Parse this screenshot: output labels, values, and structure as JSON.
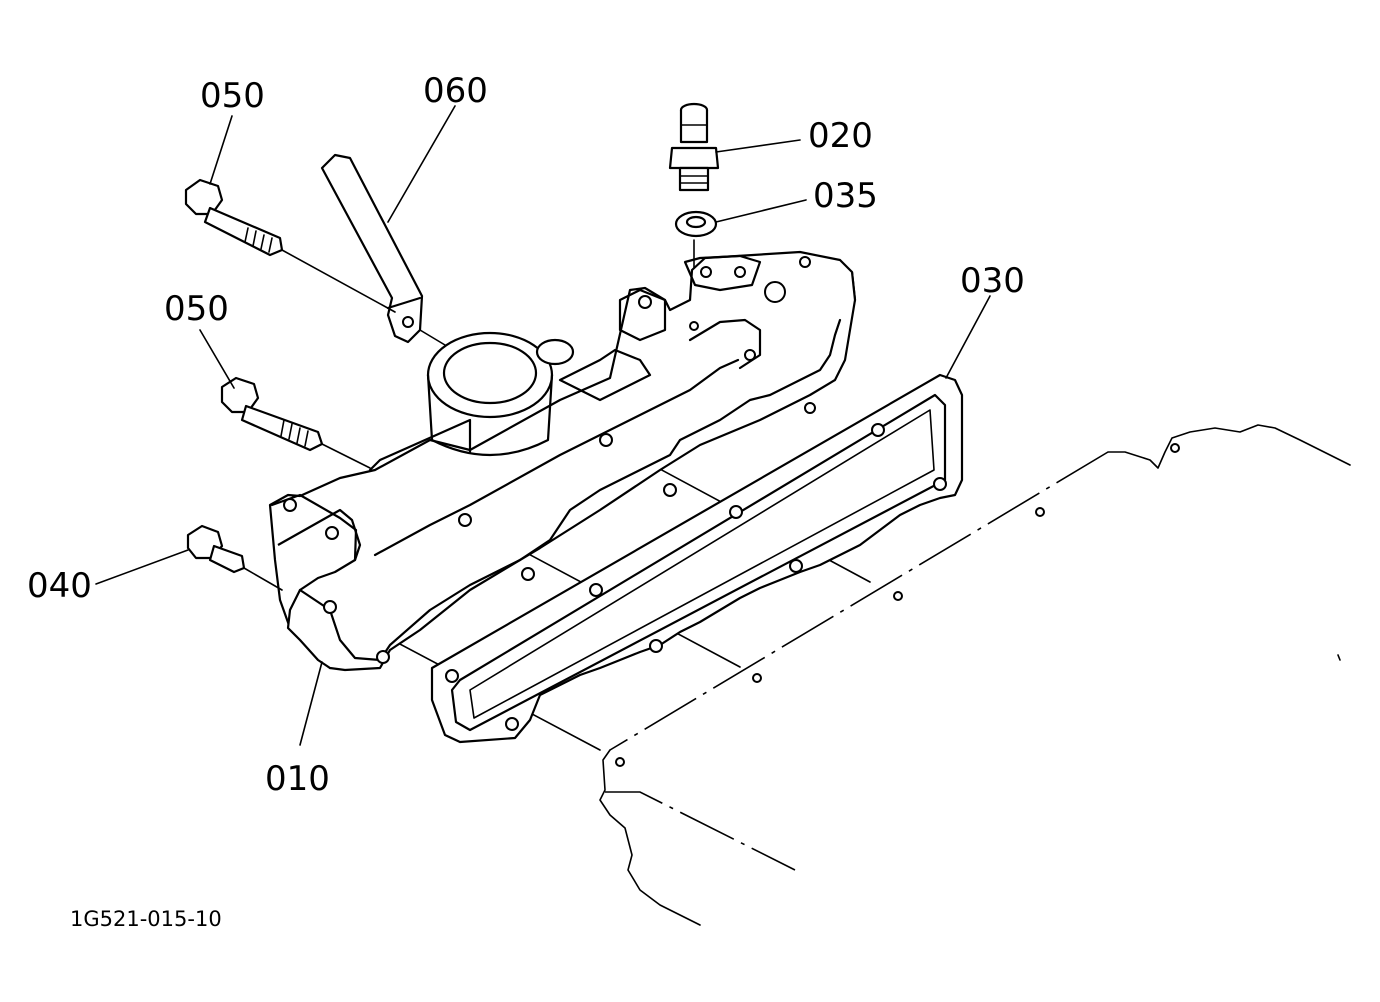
{
  "parts": [
    {
      "id": "010"
    },
    {
      "id": "020"
    },
    {
      "id": "030"
    },
    {
      "id": "035"
    },
    {
      "id": "040"
    },
    {
      "id": "050"
    },
    {
      "id": "050"
    },
    {
      "id": "060"
    }
  ],
  "drawing_code": "1G521-015-10",
  "line_color": "#000000",
  "background_color": "#ffffff"
}
